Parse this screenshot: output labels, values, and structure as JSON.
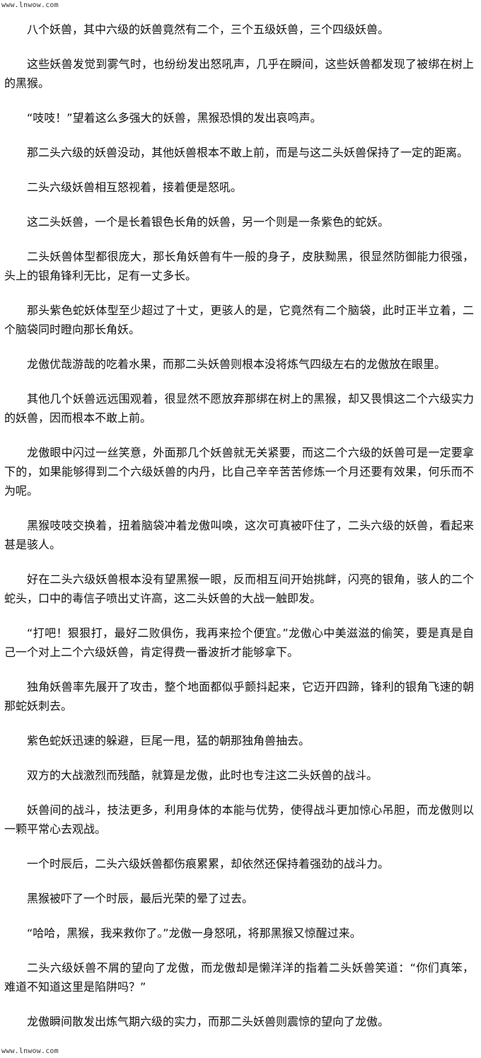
{
  "header": {
    "site": "www.lnwow.com"
  },
  "footer": {
    "site": "www.lnwow.com"
  },
  "paragraphs": [
    "八个妖兽，其中六级的妖兽竟然有二个，三个五级妖兽，三个四级妖兽。",
    "这些妖兽发觉到雾气时，也纷纷发出怒吼声，几乎在瞬间，这些妖兽都发现了被绑在树上的黑猴。",
    "“吱吱！”望着这么多强大的妖兽，黑猴恐惧的发出哀鸣声。",
    "那二头六级的妖兽没动，其他妖兽根本不敢上前，而是与这二头妖兽保持了一定的距离。",
    "二头六级妖兽相互怒视着，接着便是怒吼。",
    "这二头妖兽，一个是长着银色长角的妖兽，另一个则是一条紫色的蛇妖。",
    "二头妖兽体型都很庞大，那长角妖兽有牛一般的身子，皮肤黝黑，很显然防御能力很强，头上的银角锋利无比，足有一丈多长。",
    "那头紫色蛇妖体型至少超过了十丈，更骇人的是，它竟然有二个脑袋，此时正半立着，二个脑袋同时瞪向那长角妖。",
    "龙傲优哉游哉的吃着水果，而那二头妖兽则根本没将炼气四级左右的龙傲放在眼里。",
    "其他几个妖兽远远围观着，很显然不愿放弃那绑在树上的黑猴，却又畏惧这二个六级实力的妖兽，因而根本不敢上前。",
    "龙傲眼中闪过一丝笑意，外面那几个妖兽就无关紧要，而这二个六级的妖兽可是一定要拿下的，如果能够得到二个六级妖兽的内丹，比自己辛辛苦苦修炼一个月还要有效果，何乐而不为呢。",
    "黑猴吱吱交换着，扭着脑袋冲着龙傲叫唤，这次可真被吓住了，二头六级的妖兽，看起来甚是骇人。",
    "好在二头六级妖兽根本没有望黑猴一眼，反而相互间开始挑衅，闪亮的银角，骇人的二个蛇头，口中的毒信子喷出丈许高，这二头妖兽的大战一触即发。",
    "“打吧！狠狠打，最好二败俱伤，我再来捡个便宜。”龙傲心中美滋滋的偷笑，要是真是自己一个对上二个六级妖兽，肯定得费一番波折才能够拿下。",
    "独角妖兽率先展开了攻击，整个地面都似乎颤抖起来，它迈开四蹄，锋利的银角飞速的朝那蛇妖刺去。",
    "紫色蛇妖迅速的躲避，巨尾一甩，猛的朝那独角兽抽去。",
    "双方的大战激烈而残酷，就算是龙傲，此时也专注这二头妖兽的战斗。",
    "妖兽间的战斗，技法更多，利用身体的本能与优势，使得战斗更加惊心吊胆，而龙傲则以一颗平常心去观战。",
    "一个时辰后，二头六级妖兽都伤痕累累，却依然还保持着强劲的战斗力。",
    "黑猴被吓了一个时辰，最后光荣的晕了过去。",
    "“哈哈，黑猴，我来救你了。”龙傲一身怒吼，将那黑猴又惊醒过来。",
    "二头六级妖兽不屑的望向了龙傲，而龙傲却是懒洋洋的指着二头妖兽笑道：“你们真笨，难道不知道这里是陷阱吗？”",
    "龙傲瞬间散发出炼气期六级的实力，而那二头妖兽则震惊的望向了龙傲。"
  ]
}
